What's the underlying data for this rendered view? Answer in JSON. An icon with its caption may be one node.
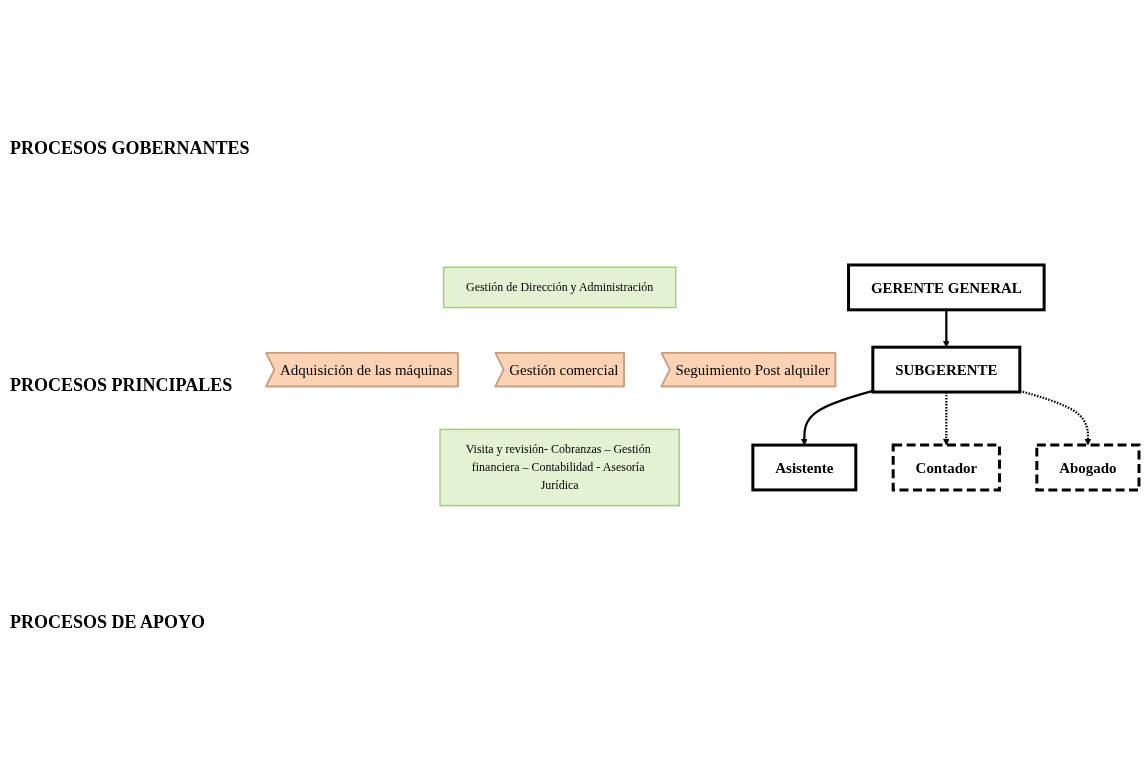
{
  "diagram": {
    "nodes": [
      {
        "text": [
          "Gestión de Dirección y Administración"
        ]
      },
      {
        "text": [
          "GERENTE GENERAL"
        ]
      },
      {
        "text": [
          "Adquisición de las máquinas"
        ]
      },
      {
        "text": [
          "Gestión comercial"
        ]
      },
      {
        "text": [
          "Seguimiento Post alquiler"
        ]
      },
      {
        "text": [
          "SUBGERENTE"
        ]
      },
      {
        "text": [
          "Visita y revisión- Cobranzas – Gestión financiera – Contabilidad - Asesoría Jurídica"
        ]
      },
      {
        "text": [
          "Asistente"
        ]
      },
      {
        "text": [
          "Contador"
        ]
      },
      {
        "text": [
          "Abogado"
        ]
      }
    ],
    "edges": [
      {
        "from": 1,
        "to": 5,
        "arrow": "to"
      },
      {
        "from": 5,
        "to": 7,
        "arrow": "to"
      },
      {
        "from": 5,
        "to": 8,
        "arrow": "to",
        "style": "dashed"
      },
      {
        "from": 5,
        "to": 9,
        "arrow": "to",
        "style": "dashed"
      }
    ],
    "labels": [
      "PROCESOS GOBERNANTES",
      "PROCESOS PRINCIPALES",
      "PROCESOS DE APOYO"
    ]
  }
}
